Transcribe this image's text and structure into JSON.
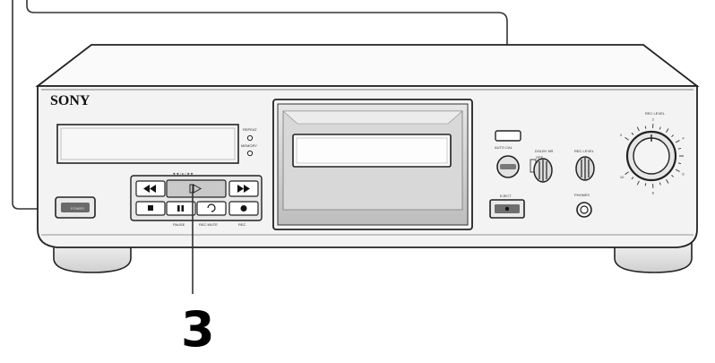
{
  "brand": {
    "name": "SONY"
  },
  "callout": {
    "number": "3"
  },
  "indicators": {
    "repeat": "REPEAT",
    "memory": "MEMORY"
  },
  "transport": {
    "group_label": "◄◄ / ▸ / ►►",
    "pause_label": "PAUSE",
    "rec_mute_label": "REC MUTE",
    "rec_label": "REC"
  },
  "controls": {
    "auto_cal": "AUTO CAL",
    "dolby": "DOLBY NR",
    "dolby_off": "OFF",
    "rec_level": "REC LEVEL",
    "phones": "PHONES",
    "eject": "EJECT",
    "power": "POWER",
    "volume": "REC LEVEL",
    "dial_marks": [
      "0",
      "2",
      "4",
      "6",
      "8",
      "10"
    ]
  }
}
